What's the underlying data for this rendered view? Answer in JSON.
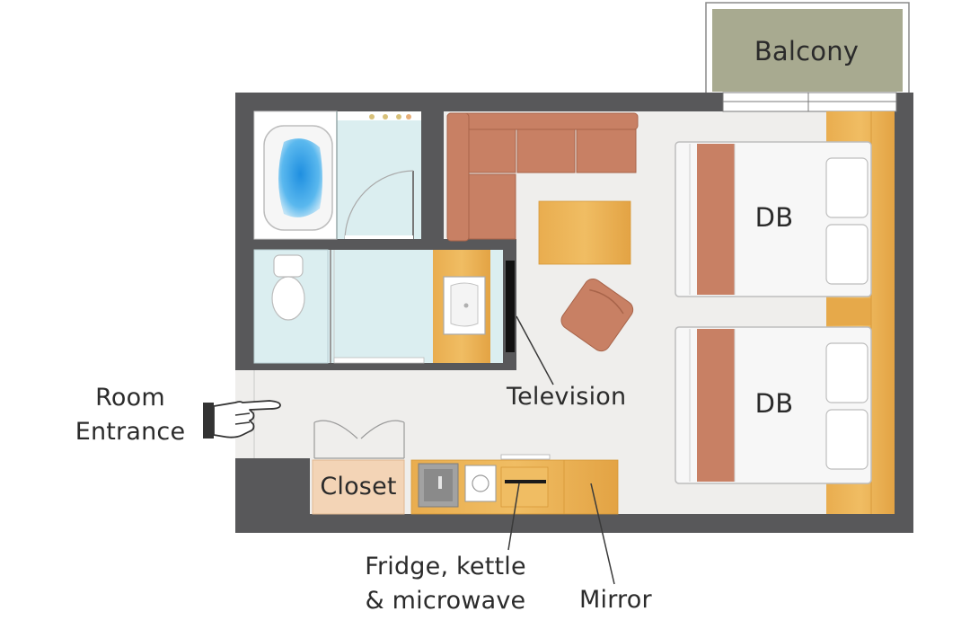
{
  "labels": {
    "balcony": "Balcony",
    "bed_1": "DB",
    "bed_2": "DB",
    "television": "Television",
    "room_entrance_line1": "Room",
    "room_entrance_line2": "Entrance",
    "closet": "Closet",
    "fridge_line1": "Fridge, kettle",
    "fridge_line2": "& microwave",
    "mirror": "Mirror"
  },
  "colors": {
    "wall": "#58585a",
    "floor": "#efeeec",
    "balcony": "#a8aa90",
    "furniture_brown": "#c88064",
    "wood": "#e6a94a",
    "bath_tile": "#dbeef0",
    "water": "#3aa6e8",
    "bed_white": "#f7f7f7"
  }
}
